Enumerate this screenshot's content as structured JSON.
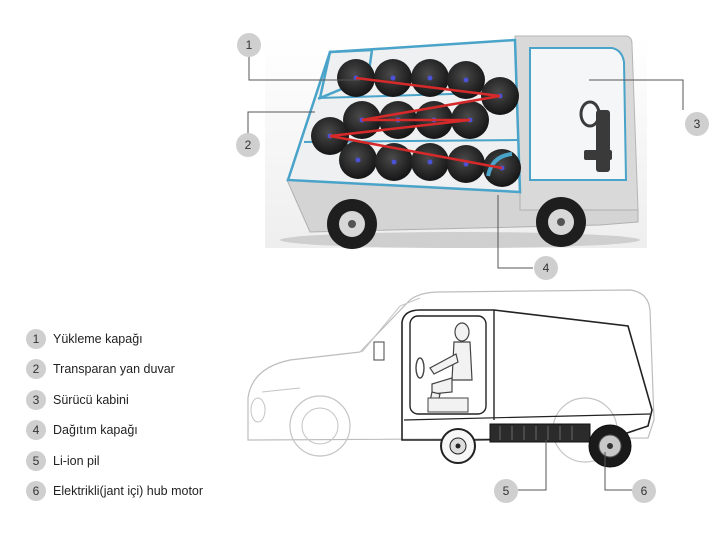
{
  "callouts": [
    "1",
    "2",
    "3",
    "4",
    "5",
    "6"
  ],
  "legend": [
    {
      "num": "1",
      "label": "Yükleme kapağı"
    },
    {
      "num": "2",
      "label": "Transparan yan duvar"
    },
    {
      "num": "3",
      "label": "Sürücü kabini"
    },
    {
      "num": "4",
      "label": "Dağıtım kapağı"
    },
    {
      "num": "5",
      "label": "Li-ion pil"
    },
    {
      "num": "6",
      "label": "Elektrikli(jant içi) hub motor"
    }
  ],
  "colors": {
    "badge": "#cfcfcf",
    "body": "#dcdcdc",
    "frame": "#4aa3c9",
    "drum": "#2a2a2a",
    "route": "#d62a2a",
    "outline": "#222222",
    "faint_outline": "#bbbbbb"
  }
}
